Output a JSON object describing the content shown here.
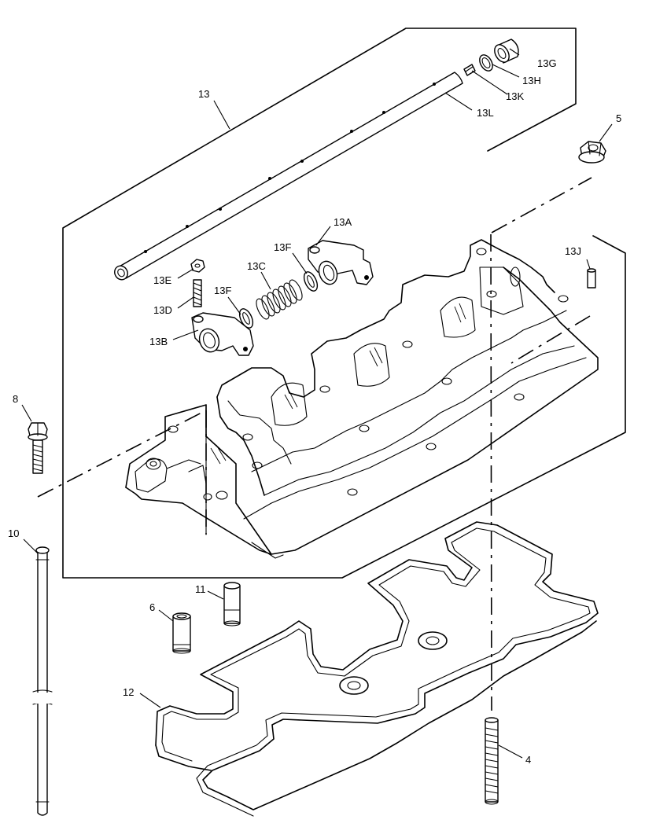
{
  "labels": {
    "p13": "13",
    "p13G": "13G",
    "p13H": "13H",
    "p13K": "13K",
    "p13L": "13L",
    "p5": "5",
    "p13A": "13A",
    "p13F_a": "13F",
    "p13F_b": "13F",
    "p13C": "13C",
    "p13J": "13J",
    "p13E": "13E",
    "p13D": "13D",
    "p13B": "13B",
    "p8": "8",
    "p10": "10",
    "p11": "11",
    "p6": "6",
    "p12": "12",
    "p4": "4"
  }
}
